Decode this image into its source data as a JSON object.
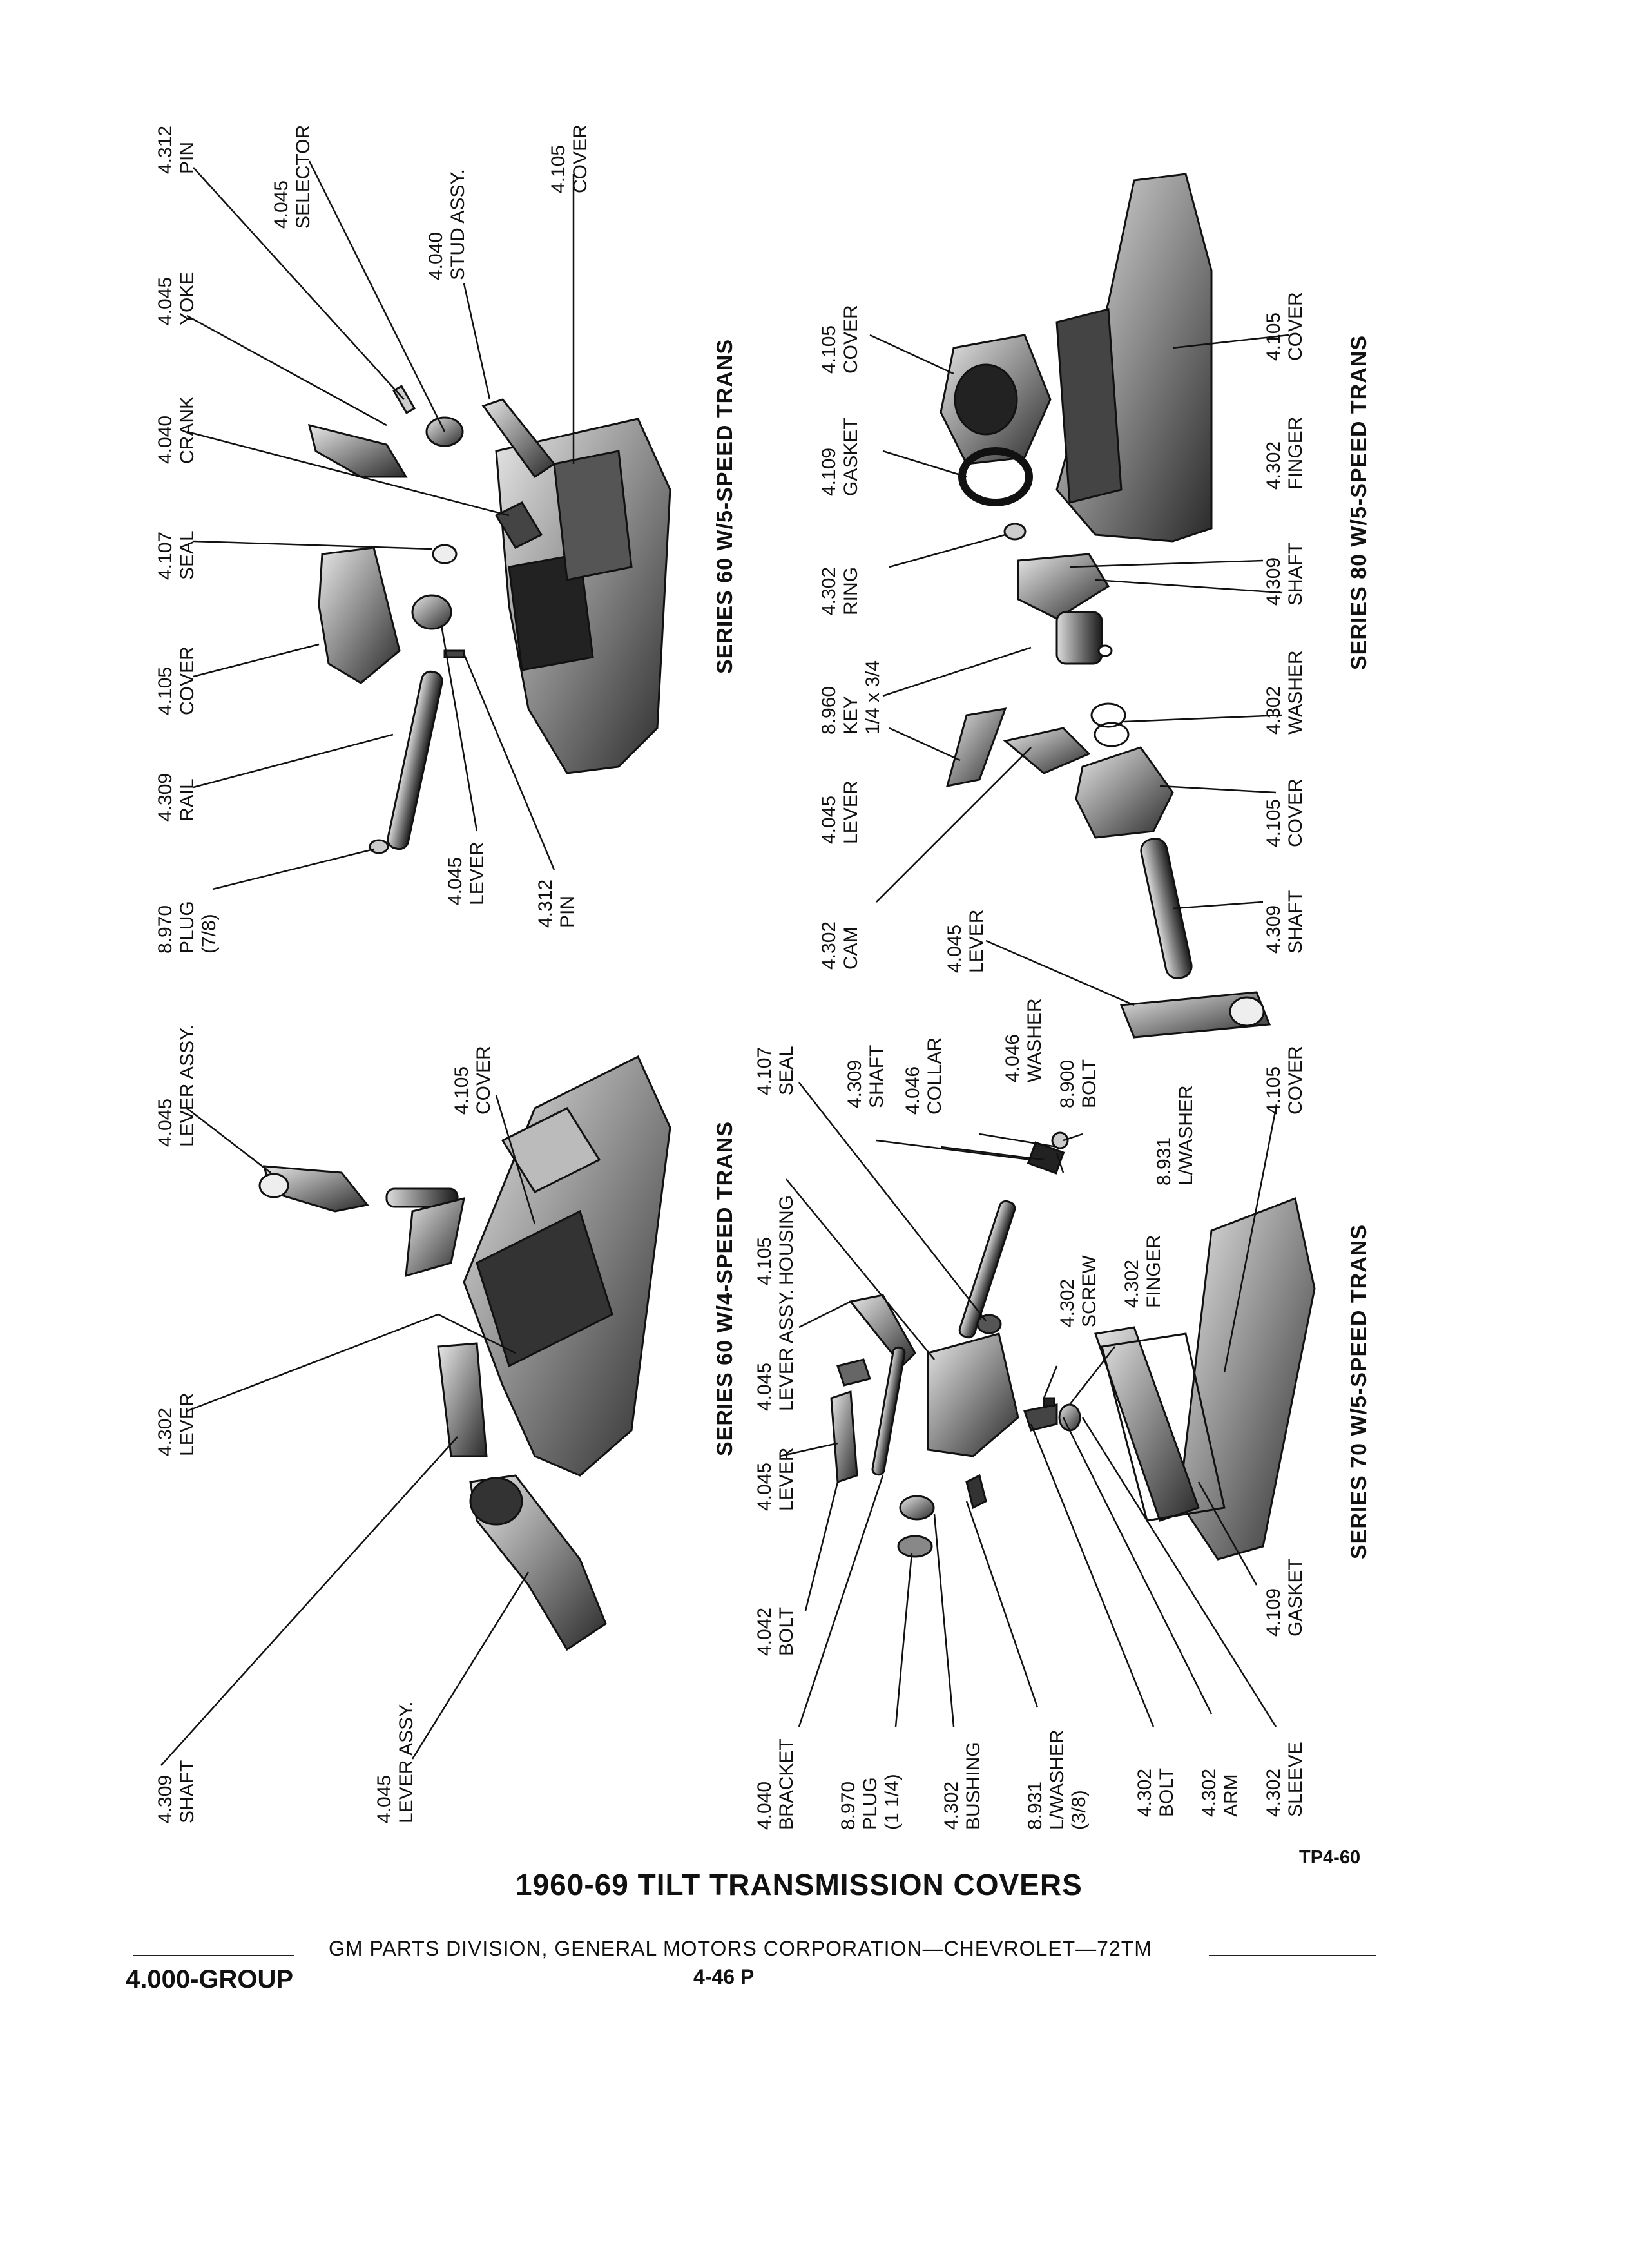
{
  "figure_title": "1960-69 TILT TRANSMISSION COVERS",
  "figure_code": "TP4-60",
  "footer": {
    "publisher": "GM PARTS DIVISION, GENERAL MOTORS CORPORATION—CHEVROLET—72TM",
    "group": "4.000-GROUP",
    "page": "4-46 P"
  },
  "series_titles": {
    "s60_5speed": "SERIES 60 W/5-SPEED TRANS",
    "s60_4speed": "SERIES 60 W/4-SPEED TRANS",
    "s80_5speed": "SERIES 80 W/5-SPEED TRANS",
    "s70_5speed": "SERIES 70 W/5-SPEED TRANS"
  },
  "callouts": {
    "s60_5": [
      {
        "code": "8.970",
        "lines": [
          "PLUG",
          "(7/8)"
        ]
      },
      {
        "code": "4.309",
        "lines": [
          "RAIL"
        ]
      },
      {
        "code": "4.105",
        "lines": [
          "COVER"
        ]
      },
      {
        "code": "4.107",
        "lines": [
          "SEAL"
        ]
      },
      {
        "code": "4.040",
        "lines": [
          "CRANK"
        ]
      },
      {
        "code": "4.045",
        "lines": [
          "YOKE"
        ]
      },
      {
        "code": "4.312",
        "lines": [
          "PIN"
        ]
      },
      {
        "code": "4.045",
        "lines": [
          "SELECTOR"
        ]
      },
      {
        "code": "4.040",
        "lines": [
          "STUD ASSY."
        ]
      },
      {
        "code": "4.105",
        "lines": [
          "COVER"
        ]
      },
      {
        "code": "4.045",
        "lines": [
          "LEVER"
        ]
      },
      {
        "code": "4.312",
        "lines": [
          "PIN"
        ]
      }
    ],
    "s60_4": [
      {
        "code": "4.045",
        "lines": [
          "LEVER ASSY."
        ]
      },
      {
        "code": "4.105",
        "lines": [
          "COVER"
        ]
      },
      {
        "code": "4.302",
        "lines": [
          "LEVER"
        ]
      },
      {
        "code": "4.309",
        "lines": [
          "SHAFT"
        ]
      },
      {
        "code": "4.045",
        "lines": [
          "LEVER ASSY."
        ]
      }
    ],
    "s80_5": [
      {
        "code": "4.302",
        "lines": [
          "CAM"
        ]
      },
      {
        "code": "4.045",
        "lines": [
          "LEVER"
        ]
      },
      {
        "code": "8.960",
        "lines": [
          "KEY",
          "1/4 x 3/4"
        ]
      },
      {
        "code": "4.302",
        "lines": [
          "RING"
        ]
      },
      {
        "code": "4.109",
        "lines": [
          "GASKET"
        ]
      },
      {
        "code": "4.105",
        "lines": [
          "COVER"
        ]
      },
      {
        "code": "4.045",
        "lines": [
          "LEVER"
        ]
      },
      {
        "code": "4.309",
        "lines": [
          "SHAFT"
        ]
      },
      {
        "code": "4.105",
        "lines": [
          "COVER"
        ]
      },
      {
        "code": "4.302",
        "lines": [
          "WASHER"
        ]
      },
      {
        "code": "4.309",
        "lines": [
          "SHAFT"
        ]
      },
      {
        "code": "4.302",
        "lines": [
          "FINGER"
        ]
      },
      {
        "code": "4.105",
        "lines": [
          "COVER"
        ]
      }
    ],
    "s70_5": [
      {
        "code": "4.107",
        "lines": [
          "SEAL"
        ]
      },
      {
        "code": "4.309",
        "lines": [
          "SHAFT"
        ]
      },
      {
        "code": "4.046",
        "lines": [
          "COLLAR"
        ]
      },
      {
        "code": "4.046",
        "lines": [
          "WASHER"
        ]
      },
      {
        "code": "8.900",
        "lines": [
          "BOLT"
        ]
      },
      {
        "code": "8.931",
        "lines": [
          "L/WASHER"
        ]
      },
      {
        "code": "4.105",
        "lines": [
          "COVER"
        ]
      },
      {
        "code": "4.105",
        "lines": [
          "HOUSING"
        ]
      },
      {
        "code": "4.045",
        "lines": [
          "LEVER ASSY."
        ]
      },
      {
        "code": "4.045",
        "lines": [
          "LEVER"
        ]
      },
      {
        "code": "4.042",
        "lines": [
          "BOLT"
        ]
      },
      {
        "code": "4.302",
        "lines": [
          "SCREW"
        ]
      },
      {
        "code": "4.302",
        "lines": [
          "FINGER"
        ]
      },
      {
        "code": "4.109",
        "lines": [
          "GASKET"
        ]
      },
      {
        "code": "4.040",
        "lines": [
          "BRACKET"
        ]
      },
      {
        "code": "8.970",
        "lines": [
          "PLUG",
          "(1 1/4)"
        ]
      },
      {
        "code": "4.302",
        "lines": [
          "BUSHING"
        ]
      },
      {
        "code": "8.931",
        "lines": [
          "L/WASHER",
          "(3/8)"
        ]
      },
      {
        "code": "4.302",
        "lines": [
          "BOLT"
        ]
      },
      {
        "code": "4.302",
        "lines": [
          "ARM"
        ]
      },
      {
        "code": "4.302",
        "lines": [
          "SLEEVE"
        ]
      }
    ]
  }
}
